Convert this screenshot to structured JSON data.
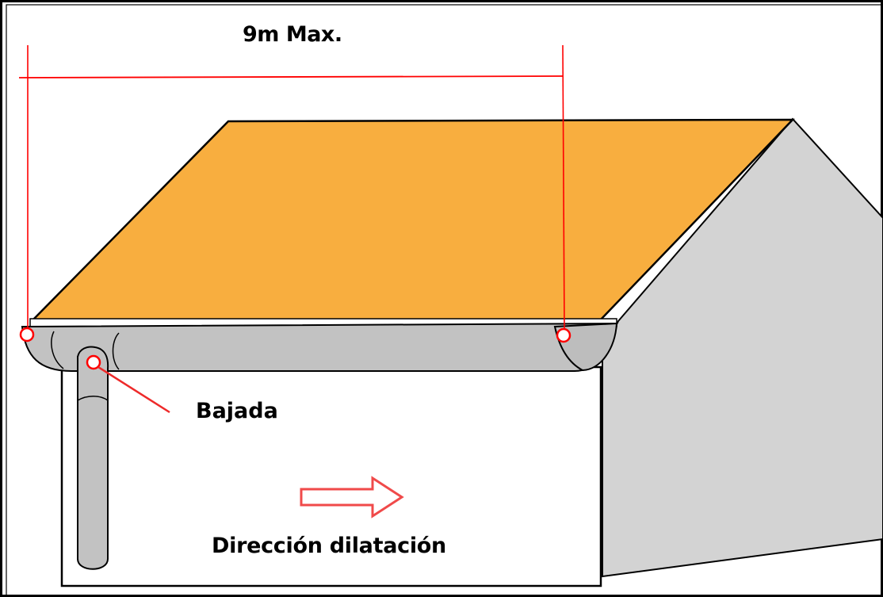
{
  "diagram": {
    "span_label": "9m Max.",
    "downpipe_label": "Bajada",
    "expansion_label": "Dirección dilatación"
  },
  "colors": {
    "roof": "#F8AE3F",
    "gable_wall": "#D3D3D3",
    "front_wall": "#FFFFFF",
    "gutter": "#C2C2C2",
    "outline": "#000000",
    "dimension_line": "#FF0000",
    "arrow_outline": "#F04A4A"
  }
}
